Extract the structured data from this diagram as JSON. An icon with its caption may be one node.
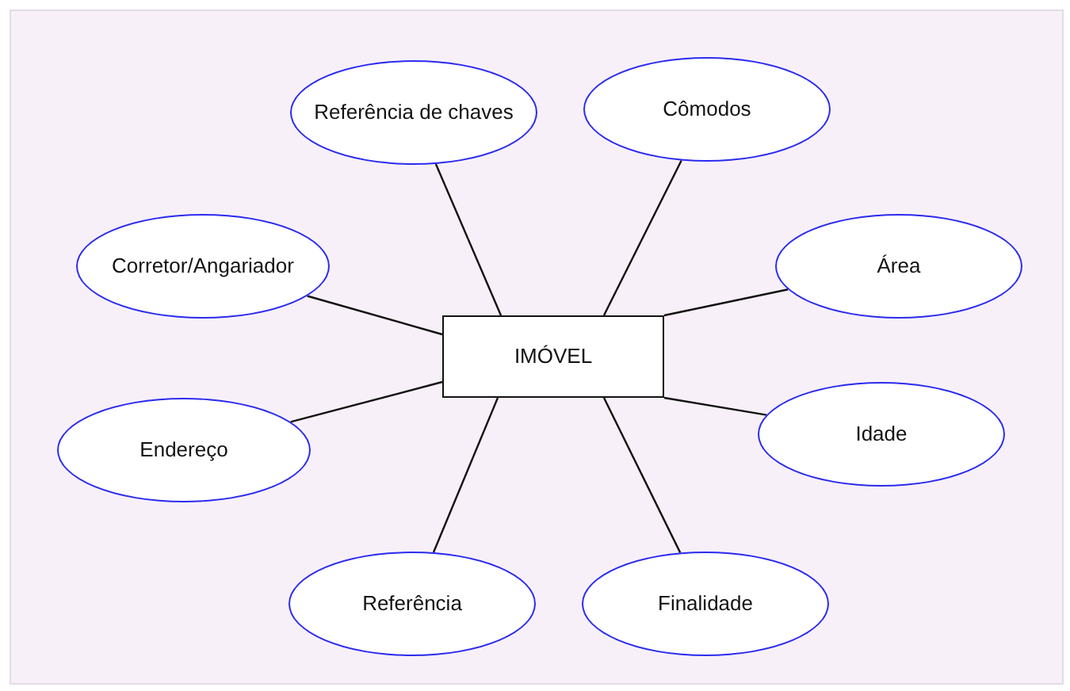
{
  "diagram": {
    "nodes": [
      {
        "text": [
          "Referência de chaves"
        ]
      },
      {
        "text": [
          "Cômodos"
        ]
      },
      {
        "text": [
          "Corretor/Angariador"
        ]
      },
      {
        "text": [
          "Área"
        ]
      },
      {
        "text": [
          "IMÓVEL"
        ]
      },
      {
        "text": [
          "Endereço"
        ]
      },
      {
        "text": [
          "Idade"
        ]
      },
      {
        "text": [
          "Referência"
        ]
      },
      {
        "text": [
          "Finalidade"
        ]
      }
    ],
    "edges": [
      {
        "from": 4,
        "to": 0,
        "arrow": "none"
      },
      {
        "from": 4,
        "to": 1,
        "arrow": "none"
      },
      {
        "from": 4,
        "to": 2,
        "arrow": "none"
      },
      {
        "from": 4,
        "to": 3,
        "arrow": "none"
      },
      {
        "from": 4,
        "to": 5,
        "arrow": "none"
      },
      {
        "from": 4,
        "to": 6,
        "arrow": "none"
      },
      {
        "from": 4,
        "to": 7,
        "arrow": "none"
      },
      {
        "from": 4,
        "to": 8,
        "arrow": "none"
      }
    ]
  }
}
